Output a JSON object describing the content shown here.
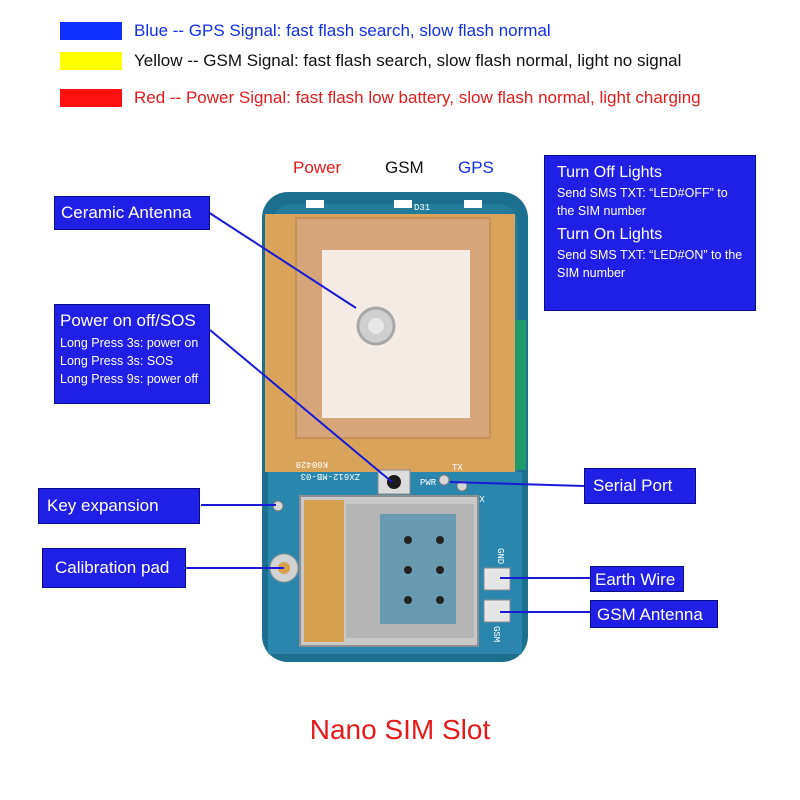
{
  "legend": [
    {
      "color": "#1030ff",
      "text": "Blue -- GPS Signal: fast flash search, slow flash normal",
      "text_color": "#1030e6"
    },
    {
      "color": "#ffff00",
      "text": "Yellow -- GSM Signal: fast flash search, slow flash normal, light no signal",
      "text_color": "#111111"
    },
    {
      "color": "#ff1010",
      "text": "Red -- Power Signal: fast flash low battery, slow flash normal, light charging",
      "text_color": "#e31b1b"
    }
  ],
  "led_labels": {
    "power": {
      "text": "Power",
      "color": "#e31b1b"
    },
    "gsm": {
      "text": "GSM",
      "color": "#111111"
    },
    "gps": {
      "text": "GPS",
      "color": "#1030e6"
    }
  },
  "callouts": {
    "ceramic_antenna": "Ceramic Antenna",
    "power_sos": {
      "title": "Power on off/SOS",
      "lines": [
        "Long Press 3s: power on",
        "Long Press 3s: SOS",
        "Long Press 9s: power off"
      ]
    },
    "key_expansion": "Key expansion",
    "calibration_pad": "Calibration pad",
    "serial_port": "Serial Port",
    "earth_wire": "Earth Wire",
    "gsm_antenna": "GSM Antenna",
    "lights": {
      "off_title": "Turn Off Lights",
      "off_text": "Send SMS TXT: “LED#OFF” to the SIM number",
      "on_title": "Turn On Lights",
      "on_text": "Send SMS TXT: “LED#ON” to the SIM number"
    }
  },
  "board_text": {
    "model": "ZX612-MB-03",
    "code": "K60428",
    "pwr": "PWR",
    "tx": "TX",
    "rx": "RX",
    "gnd": "GND",
    "gsm": "GSM",
    "d31": "D31"
  },
  "footer": "Nano SIM Slot"
}
